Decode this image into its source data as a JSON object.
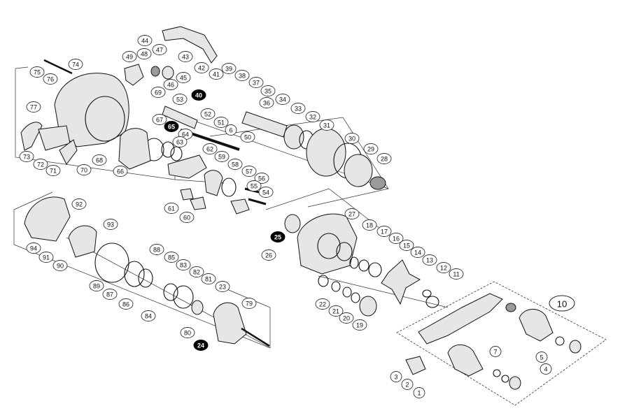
{
  "diagram": {
    "group_label": "10",
    "callouts": [
      {
        "id": "44",
        "filled": false
      },
      {
        "id": "43",
        "filled": false
      },
      {
        "id": "49",
        "filled": false
      },
      {
        "id": "48",
        "filled": false
      },
      {
        "id": "47",
        "filled": false
      },
      {
        "id": "74",
        "filled": false
      },
      {
        "id": "75",
        "filled": false
      },
      {
        "id": "76",
        "filled": false
      },
      {
        "id": "45",
        "filled": false
      },
      {
        "id": "46",
        "filled": false
      },
      {
        "id": "42",
        "filled": false
      },
      {
        "id": "41",
        "filled": false
      },
      {
        "id": "39",
        "filled": false
      },
      {
        "id": "38",
        "filled": false
      },
      {
        "id": "37",
        "filled": false
      },
      {
        "id": "35",
        "filled": false
      },
      {
        "id": "36",
        "filled": false
      },
      {
        "id": "34",
        "filled": false
      },
      {
        "id": "40",
        "filled": true
      },
      {
        "id": "69",
        "filled": false
      },
      {
        "id": "53",
        "filled": false
      },
      {
        "id": "52",
        "filled": false
      },
      {
        "id": "77",
        "filled": false
      },
      {
        "id": "67",
        "filled": false
      },
      {
        "id": "65",
        "filled": true
      },
      {
        "id": "51",
        "filled": false
      },
      {
        "id": "6",
        "filled": false
      },
      {
        "id": "33",
        "filled": false
      },
      {
        "id": "32",
        "filled": false
      },
      {
        "id": "31",
        "filled": false
      },
      {
        "id": "30",
        "filled": false
      },
      {
        "id": "29",
        "filled": false
      },
      {
        "id": "28",
        "filled": false
      },
      {
        "id": "64",
        "filled": false
      },
      {
        "id": "50",
        "filled": false
      },
      {
        "id": "63",
        "filled": false
      },
      {
        "id": "73",
        "filled": false
      },
      {
        "id": "72",
        "filled": false
      },
      {
        "id": "71",
        "filled": false
      },
      {
        "id": "70",
        "filled": false
      },
      {
        "id": "68",
        "filled": false
      },
      {
        "id": "66",
        "filled": false
      },
      {
        "id": "62",
        "filled": false
      },
      {
        "id": "59",
        "filled": false
      },
      {
        "id": "58",
        "filled": false
      },
      {
        "id": "57",
        "filled": false
      },
      {
        "id": "56",
        "filled": false
      },
      {
        "id": "55",
        "filled": false
      },
      {
        "id": "54",
        "filled": false
      },
      {
        "id": "61",
        "filled": false
      },
      {
        "id": "60",
        "filled": false
      },
      {
        "id": "92",
        "filled": false
      },
      {
        "id": "93",
        "filled": false
      },
      {
        "id": "27",
        "filled": false
      },
      {
        "id": "18",
        "filled": false
      },
      {
        "id": "17",
        "filled": false
      },
      {
        "id": "16",
        "filled": false
      },
      {
        "id": "15",
        "filled": false
      },
      {
        "id": "14",
        "filled": false
      },
      {
        "id": "13",
        "filled": false
      },
      {
        "id": "12",
        "filled": false
      },
      {
        "id": "11",
        "filled": false
      },
      {
        "id": "25",
        "filled": true
      },
      {
        "id": "26",
        "filled": false
      },
      {
        "id": "94",
        "filled": false
      },
      {
        "id": "91",
        "filled": false
      },
      {
        "id": "90",
        "filled": false
      },
      {
        "id": "88",
        "filled": false
      },
      {
        "id": "89",
        "filled": false
      },
      {
        "id": "87",
        "filled": false
      },
      {
        "id": "86",
        "filled": false
      },
      {
        "id": "85",
        "filled": false
      },
      {
        "id": "84",
        "filled": false
      },
      {
        "id": "83",
        "filled": false
      },
      {
        "id": "82",
        "filled": false
      },
      {
        "id": "81",
        "filled": false
      },
      {
        "id": "80",
        "filled": false
      },
      {
        "id": "79",
        "filled": false
      },
      {
        "id": "23",
        "filled": false
      },
      {
        "id": "24",
        "filled": true
      },
      {
        "id": "22",
        "filled": false
      },
      {
        "id": "21",
        "filled": false
      },
      {
        "id": "20",
        "filled": false
      },
      {
        "id": "19",
        "filled": false
      },
      {
        "id": "10",
        "filled": false
      },
      {
        "id": "7",
        "filled": false
      },
      {
        "id": "5",
        "filled": false
      },
      {
        "id": "4",
        "filled": false
      },
      {
        "id": "3",
        "filled": false
      },
      {
        "id": "2",
        "filled": false
      },
      {
        "id": "1",
        "filled": false
      }
    ]
  }
}
